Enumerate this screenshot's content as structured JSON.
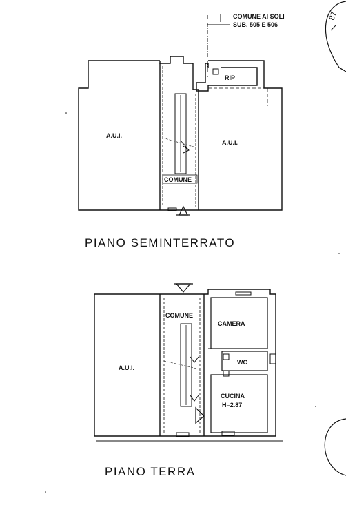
{
  "note": {
    "line1": "COMUNE AI SOLI",
    "line2": "SUB. 505 E 506"
  },
  "stamp_top": "87",
  "basement": {
    "title": "PIANO SEMINTERRATO",
    "left_unit": "A.U.I.",
    "right_unit": "A.U.I.",
    "stair": "COMUNE",
    "storage": "RIP"
  },
  "ground": {
    "title": "PIANO TERRA",
    "left_unit": "A.U.I.",
    "stair": "COMUNE",
    "bedroom": "CAMERA",
    "bath": "WC",
    "kitchen": "CUCINA",
    "height": "H=2.87"
  },
  "colors": {
    "ink": "#111111",
    "paper": "#ffffff"
  }
}
